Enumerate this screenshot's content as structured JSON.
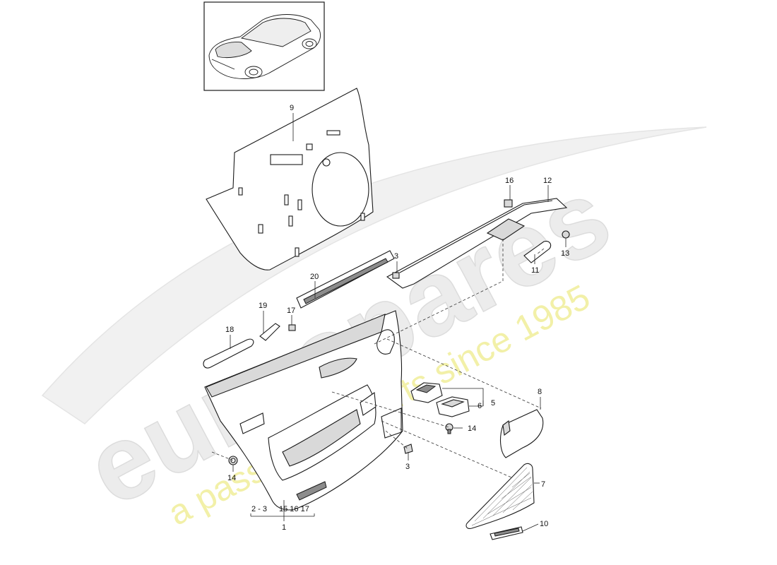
{
  "watermark": {
    "brand": "eurospares",
    "tagline": "a passion for parts since 1985"
  },
  "callouts": [
    {
      "id": "c9",
      "text": "9"
    },
    {
      "id": "c16",
      "text": "16"
    },
    {
      "id": "c12",
      "text": "12"
    },
    {
      "id": "c13",
      "text": "13"
    },
    {
      "id": "c11",
      "text": "11"
    },
    {
      "id": "c3a",
      "text": "3"
    },
    {
      "id": "c20",
      "text": "20"
    },
    {
      "id": "c17",
      "text": "17"
    },
    {
      "id": "c19",
      "text": "19"
    },
    {
      "id": "c18",
      "text": "18"
    },
    {
      "id": "c8",
      "text": "8"
    },
    {
      "id": "c5",
      "text": "5"
    },
    {
      "id": "c6",
      "text": "6"
    },
    {
      "id": "c14a",
      "text": "14"
    },
    {
      "id": "c3b",
      "text": "3"
    },
    {
      "id": "c14b",
      "text": "14"
    },
    {
      "id": "c7",
      "text": "7"
    },
    {
      "id": "c10",
      "text": "10"
    }
  ],
  "assembly_group": {
    "label_left": "2 - 3",
    "label_right": "15 16 17",
    "label_total": "1"
  }
}
